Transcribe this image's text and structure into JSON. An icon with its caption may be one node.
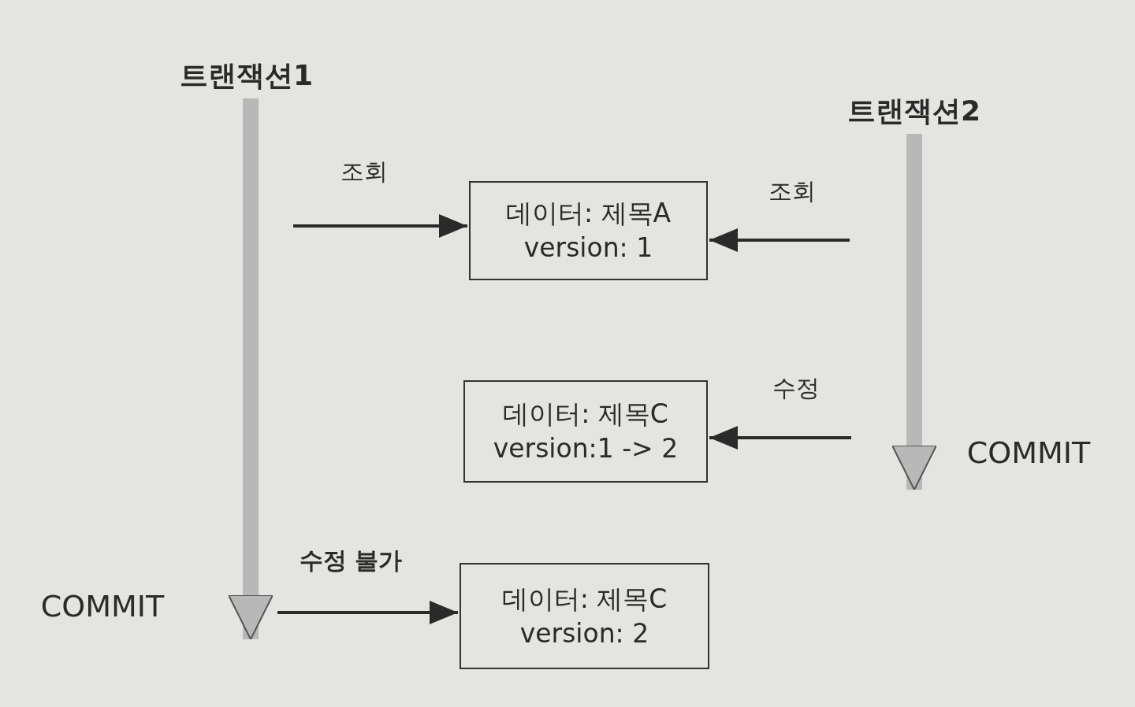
{
  "diagram": {
    "nodes": [
      {
        "text": [
          "트랜잭션1"
        ]
      },
      {
        "text": [
          "트랜잭션2"
        ]
      },
      {
        "text": [
          "데이터: 제목A",
          "version: 1"
        ]
      },
      {
        "text": [
          "데이터: 제목C",
          "version:1 -> 2"
        ]
      },
      {
        "text": [
          "데이터: 제목C",
          "version: 2"
        ]
      }
    ],
    "edges": [
      {
        "from": 0,
        "to": null,
        "arrow": "to",
        "style": "thick",
        "color": "#b8b8b8"
      },
      {
        "from": 1,
        "to": null,
        "arrow": "to",
        "style": "thick",
        "color": "#b8b8b8"
      },
      {
        "from": null,
        "to": 2,
        "arrow": "to",
        "label": "조회"
      },
      {
        "from": null,
        "to": 2,
        "arrow": "to",
        "label": "조회"
      },
      {
        "from": null,
        "to": 3,
        "arrow": "to",
        "label": "수정"
      },
      {
        "from": null,
        "to": 4,
        "arrow": "to",
        "label": "**수정 불가**"
      }
    ],
    "labels": [
      "COMMIT",
      "COMMIT"
    ]
  }
}
